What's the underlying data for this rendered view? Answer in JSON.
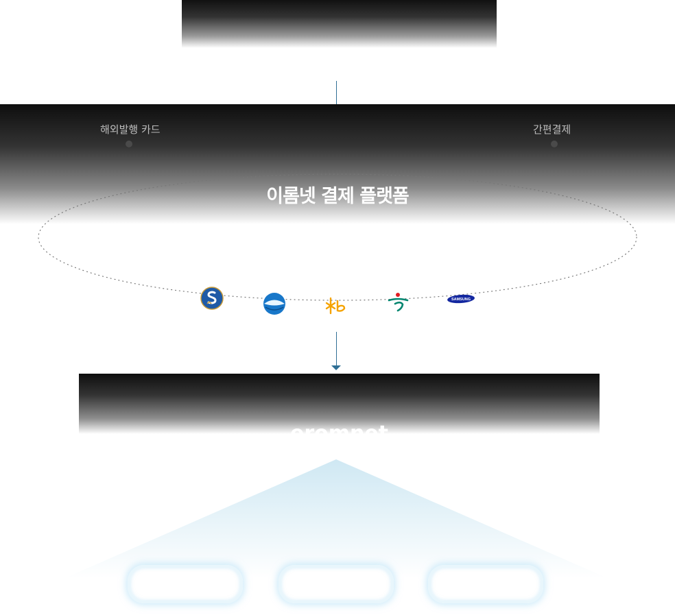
{
  "platform": {
    "title": "이롬넷 결제 플랫폼",
    "left_label": "해외발행 카드",
    "right_label": "간편결제"
  },
  "banks": [
    {
      "name": "shinhan-logo",
      "color": "#1f5aa6"
    },
    {
      "name": "woori-logo",
      "color": "#1877c9"
    },
    {
      "name": "kb-logo",
      "color": "#f5a300"
    },
    {
      "name": "hana-logo",
      "color": "#00856f"
    },
    {
      "name": "samsung-logo",
      "color": "#1428a0"
    }
  ],
  "samsung_text": "SAMSUNG",
  "brand": {
    "name": "eromnet"
  },
  "colors": {
    "arrow": "#2f6f95",
    "triangle": "#cfe8f3"
  }
}
